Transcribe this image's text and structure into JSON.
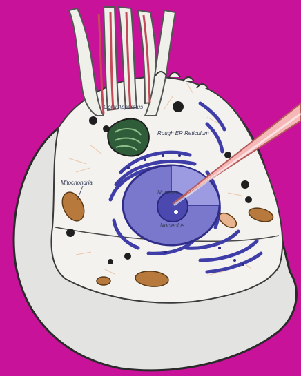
{
  "colors": {
    "background": "#c8129a",
    "cell_body": "#e3e3e1",
    "cell_outline": "#2a2a2a",
    "cytoplasm": "#f3f2ef",
    "cilia_fill": "#f0f0ea",
    "cilia_core": "#c44a5a",
    "nucleus": "#7a78cc",
    "nucleolus": "#4b49b0",
    "er": "#3f3ea8",
    "mitochondria": "#b87a3c",
    "golgi": "#2f5d3a",
    "probe": "#f6b7b7"
  },
  "labels": {
    "golgi": "Golgi Apparatus",
    "er": "Rough ER Reticulum",
    "mitochondria": "Mitochondria",
    "nucleus": "Nucleus",
    "nucleolus": "Nucleolus"
  },
  "icons": [
    "cilia-icon",
    "golgi-icon",
    "mitochondria-icon",
    "nucleus-icon",
    "probe-icon"
  ]
}
